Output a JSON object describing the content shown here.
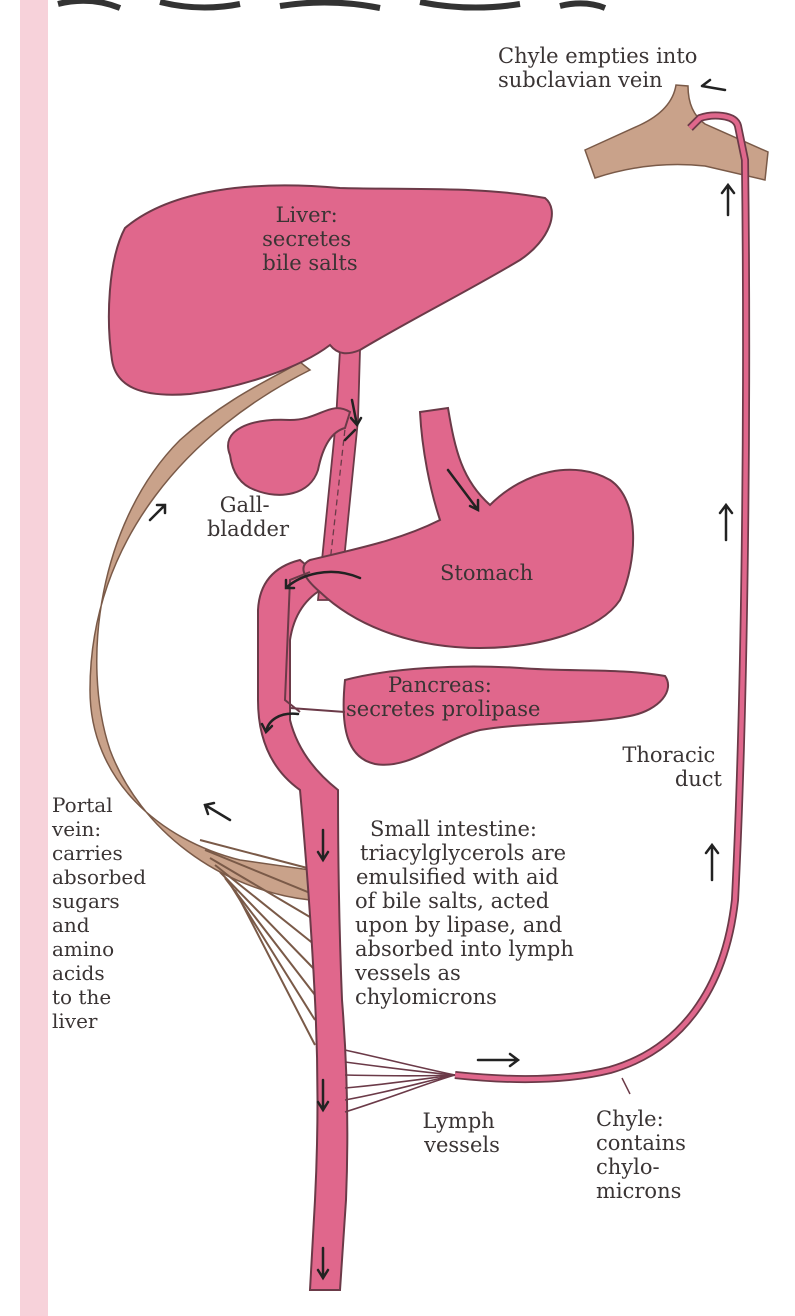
{
  "labels": {
    "chyle_empties": [
      "Chyle empties into",
      "subclavian vein"
    ],
    "liver": [
      "Liver:",
      "secretes",
      "bile salts"
    ],
    "gallbladder": [
      "Gall-",
      "bladder"
    ],
    "stomach": [
      "Stomach"
    ],
    "pancreas": [
      "Pancreas:",
      "secretes prolipase"
    ],
    "thoracic_duct": [
      "Thoracic",
      "duct"
    ],
    "portal_vein": [
      "Portal",
      "vein:",
      "carries",
      "absorbed",
      "sugars",
      "and",
      "amino",
      "acids",
      "to the",
      "liver"
    ],
    "small_intestine": [
      "Small intestine:",
      "triacylglycerols are",
      "emulsified with aid",
      "of bile salts, acted",
      "upon by lipase, and",
      "absorbed into lymph",
      "vessels as",
      "chylomicrons"
    ],
    "lymph_vessels": [
      "Lymph",
      "vessels"
    ],
    "chyle": [
      "Chyle:",
      "contains",
      "chylo-",
      "microns"
    ]
  },
  "colors": {
    "organ": "#e0678c",
    "organ_outline": "#6b3a48",
    "vein": "#c9a28a",
    "vein_outline": "#7a5a48",
    "text": "#3a3434",
    "left_band": "#f7d2da"
  }
}
